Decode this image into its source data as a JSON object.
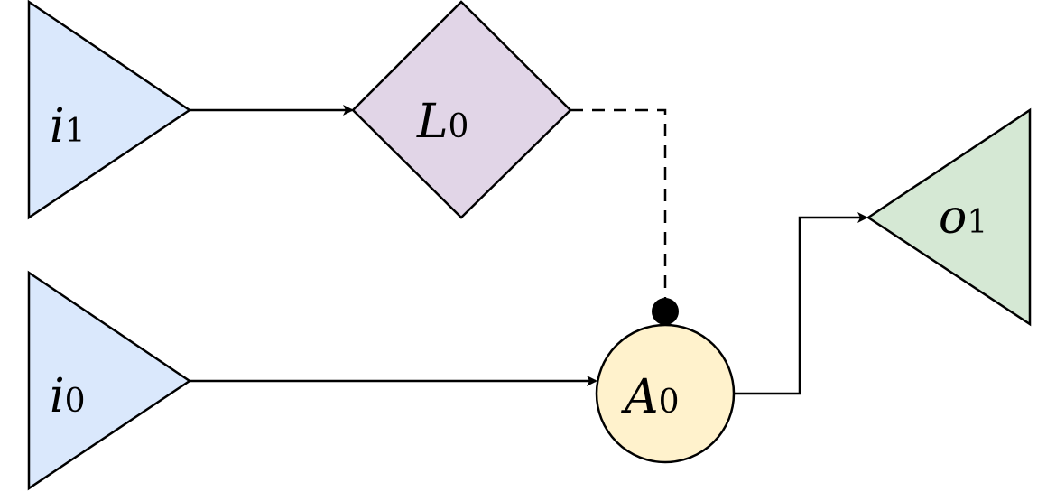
{
  "diagram": {
    "nodes": {
      "i1": {
        "base": "i",
        "sub": "1",
        "fill": "#dae8fc"
      },
      "i0": {
        "base": "i",
        "sub": "0",
        "fill": "#dae8fc"
      },
      "L0": {
        "base": "L",
        "sub": "0",
        "fill": "#e1d5e7"
      },
      "A0": {
        "base": "A",
        "sub": "0",
        "fill": "#fff2cc"
      },
      "o1": {
        "base": "o",
        "sub": "1",
        "fill": "#d5e8d4"
      }
    },
    "edges": [
      {
        "from": "i1",
        "to": "L0",
        "style": "solid",
        "head": "arrow"
      },
      {
        "from": "i0",
        "to": "A0",
        "style": "solid",
        "head": "arrow"
      },
      {
        "from": "L0",
        "to": "A0",
        "style": "dashed",
        "head": "dot"
      },
      {
        "from": "A0",
        "to": "o1",
        "style": "solid",
        "head": "arrow"
      }
    ]
  }
}
